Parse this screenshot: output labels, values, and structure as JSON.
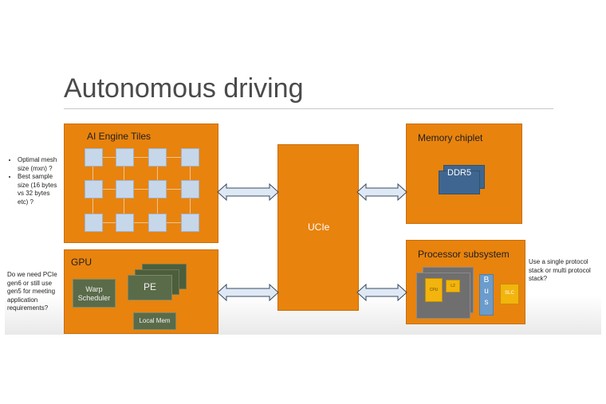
{
  "slide": {
    "title": "Autonomous driving"
  },
  "ai_engine": {
    "label": "AI Engine Tiles"
  },
  "gpu": {
    "label": "GPU",
    "warp_scheduler": "Warp Scheduler",
    "pe": "PE",
    "local_mem": "Local Mem"
  },
  "ucie": {
    "label": "UCIe"
  },
  "memory": {
    "label": "Memory chiplet",
    "ddr": "DDR5"
  },
  "processor": {
    "label": "Processor subsystem",
    "bus": [
      "B",
      "u",
      "s"
    ],
    "slc": "SLC",
    "tiny_a": "CPU",
    "tiny_b": "L2"
  },
  "notes": {
    "mesh_bullets": [
      "Optimal mesh size (mxn) ?",
      "Best sample size (16 bytes vs 32 bytes etc) ?"
    ],
    "pcie_question": "Do we need PCIe gen6 or still use gen5 for meeting application requirements?",
    "protocol_question": "Use a single protocol stack or multi protocol stack?"
  },
  "colors": {
    "block_orange": "#e8830e",
    "tile_blue": "#c6d7ea",
    "ddr_blue": "#3f6690",
    "pe_green": "#5a6b4a",
    "yellow": "#f2b40d"
  }
}
